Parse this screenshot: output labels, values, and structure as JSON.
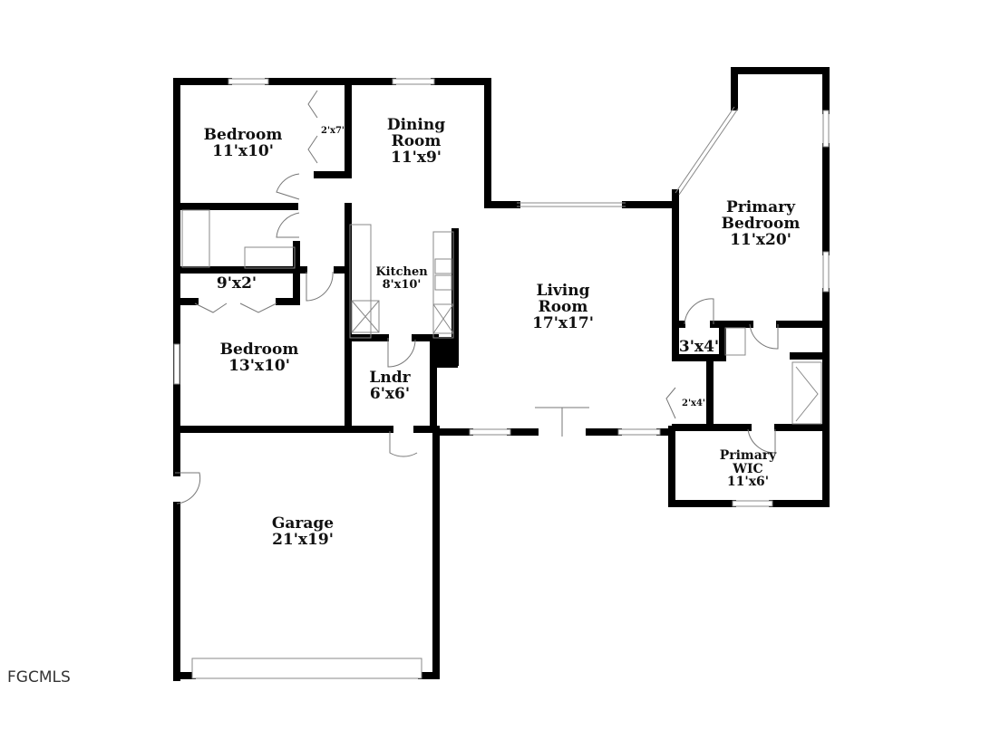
{
  "colors": {
    "wall": "#000000",
    "fixture": "#888888",
    "background": "#ffffff"
  },
  "rooms": [
    {
      "name": "Bedroom",
      "size": "11'x10'"
    },
    {
      "name": "",
      "size": "2'x7'"
    },
    {
      "name": "Dining Room",
      "size": "11'x9'"
    },
    {
      "name": "Kitchen",
      "size": "8'x10'"
    },
    {
      "name": "",
      "size": "9'x2'"
    },
    {
      "name": "Bedroom",
      "size": "13'x10'"
    },
    {
      "name": "Lndr",
      "size": "6'x6'"
    },
    {
      "name": "Living Room",
      "size": "17'x17'"
    },
    {
      "name": "Primary Bedroom",
      "size": "11'x20'"
    },
    {
      "name": "",
      "size": "3'x4'"
    },
    {
      "name": "",
      "size": "2'x4'"
    },
    {
      "name": "Primary WIC",
      "size": "11'x6'"
    },
    {
      "name": "Garage",
      "size": "21'x19'"
    }
  ],
  "watermark": "FGCMLS"
}
